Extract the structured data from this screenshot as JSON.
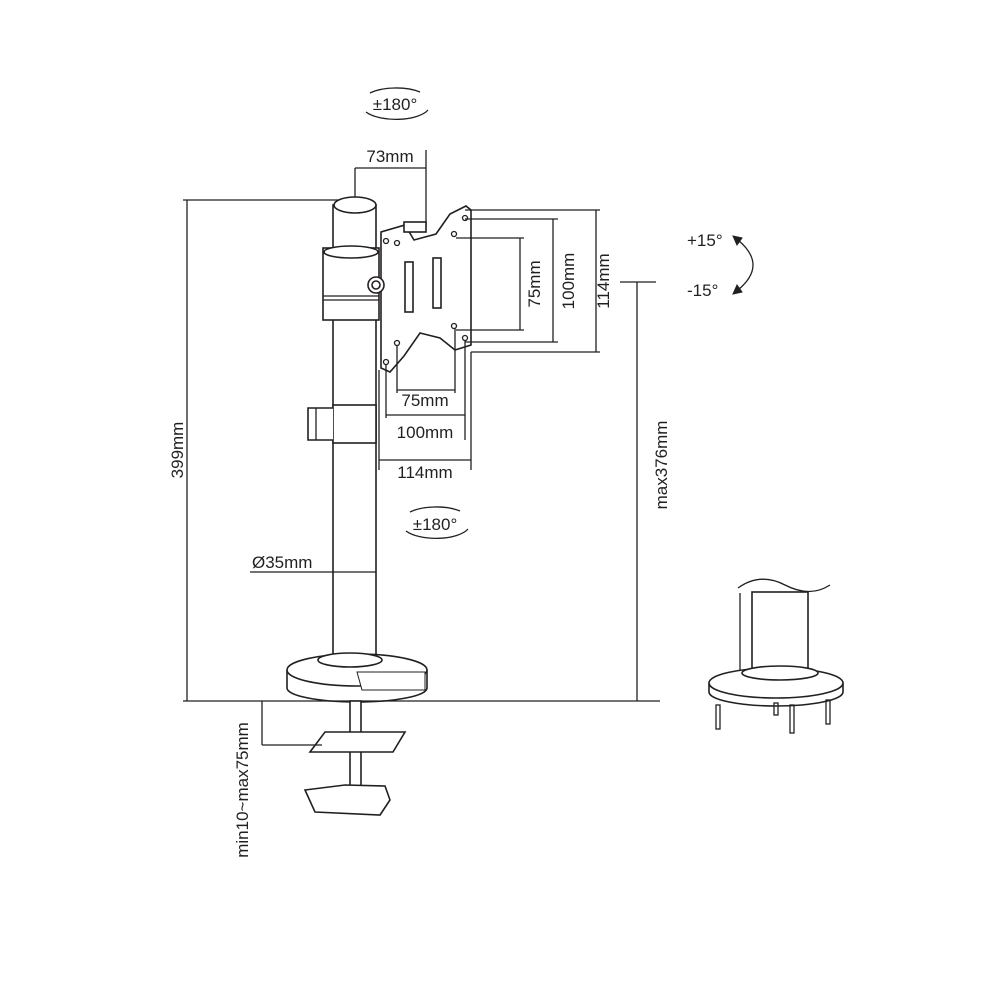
{
  "title": "Monitor desk mount dimension drawing",
  "rotation": {
    "top": "±180°",
    "plate": "±180°"
  },
  "tilt": {
    "up": "+15°",
    "down": "-15°"
  },
  "dimensions": {
    "offset": "73mm",
    "total_height": "399mm",
    "max_height": "max376mm",
    "pole_diameter": "Ø35mm",
    "clamp_range": "min10~max75mm",
    "vesa_vertical": [
      "75mm",
      "100mm",
      "114mm"
    ],
    "vesa_horizontal": [
      "75mm",
      "100mm",
      "114mm"
    ]
  },
  "colors": {
    "line": "#231f20",
    "background": "#ffffff"
  }
}
